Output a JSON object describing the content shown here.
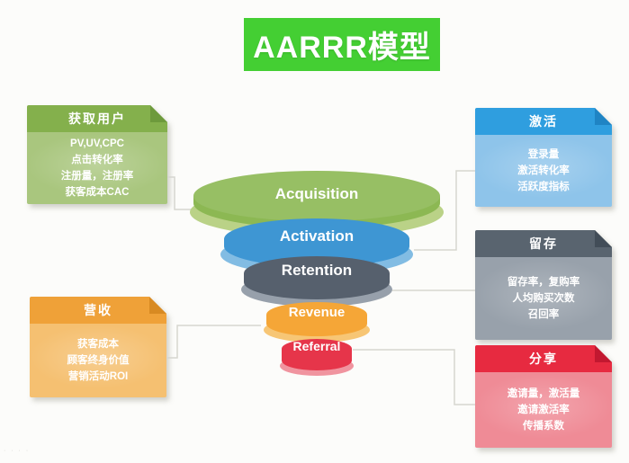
{
  "title": "AARRR模型",
  "banner_color": "#44CF33",
  "funnel": {
    "layers": [
      {
        "label": "Acquisition",
        "color": "#8CB853",
        "light": "#BAD287"
      },
      {
        "label": "Activation",
        "color": "#3E96D3",
        "light": "#82BCE3"
      },
      {
        "label": "Retention",
        "color": "#56606D",
        "light": "#97A0AB"
      },
      {
        "label": "Revenue",
        "color": "#F5A637",
        "light": "#F7C675"
      },
      {
        "label": "Referral",
        "color": "#E6354A",
        "light": "#F0949F"
      }
    ]
  },
  "cards": [
    {
      "title": "获取用户",
      "header_color": "#84B04C",
      "body_color": "#A9C67E",
      "lines": [
        "PV,UV,CPC",
        "点击转化率",
        "注册量，注册率",
        "获客成本CAC"
      ]
    },
    {
      "title": "营收",
      "header_color": "#EFA138",
      "body_color": "#F5C071",
      "lines": [
        "获客成本",
        "顾客终身价值",
        "营销活动ROI"
      ]
    },
    {
      "title": "激活",
      "header_color": "#2F9EDF",
      "body_color": "#8EC4EA",
      "lines": [
        "登录量",
        "激活转化率",
        "活跃度指标"
      ]
    },
    {
      "title": "留存",
      "header_color": "#59646F",
      "body_color": "#98A1AB",
      "lines": [
        "留存率，复购率",
        "人均购买次数",
        "召回率"
      ]
    },
    {
      "title": "分享",
      "header_color": "#E72A40",
      "body_color": "#EF8B96",
      "lines": [
        "邀请量，激活量",
        "邀请激活率",
        "传播系数"
      ]
    }
  ],
  "watermark": "· · · ·"
}
